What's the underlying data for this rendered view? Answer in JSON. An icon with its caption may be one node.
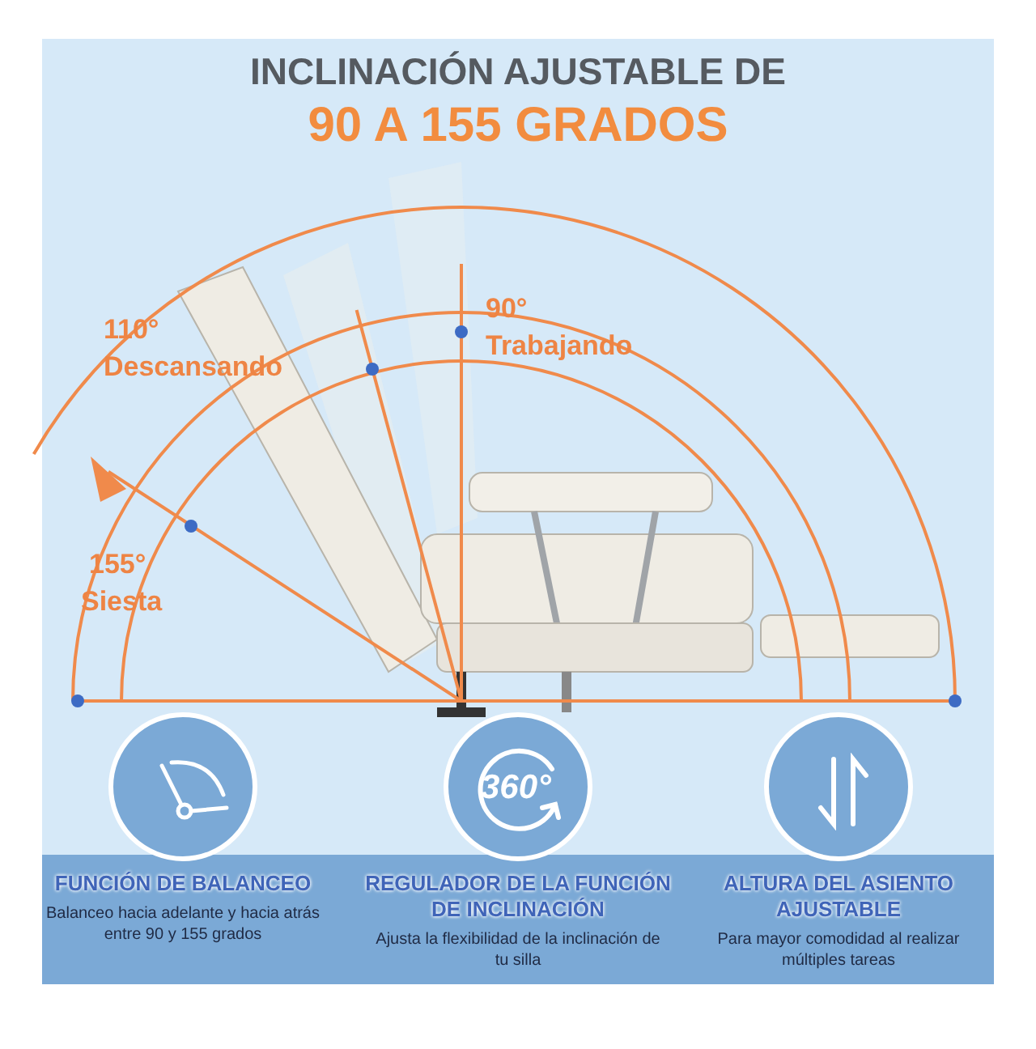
{
  "diagram": {
    "title": "INCLINACIÓN AJUSTABLE DE",
    "nodes": [
      {
        "text": [
          "FUNCIÓN DE BALANCEO",
          "Balanceo hacia adelante y hacia atrás entre 90 y 155 grados"
        ]
      },
      {
        "text": [
          "REGULADOR DE LA FUNCIÓN DE INCLINACIÓN",
          "Ajusta la flexibilidad de la inclinación de tu silla"
        ]
      },
      {
        "text": [
          "ALTURA DEL ASIENTO AJUSTABLE",
          "Para mayor comodidad al realizar múltiples tareas"
        ]
      }
    ],
    "edges": [],
    "labels": [
      "90 A 155 GRADOS",
      "110°",
      "Descansando",
      "90°",
      "Trabajando",
      "155°",
      "Siesta",
      "360°"
    ]
  }
}
